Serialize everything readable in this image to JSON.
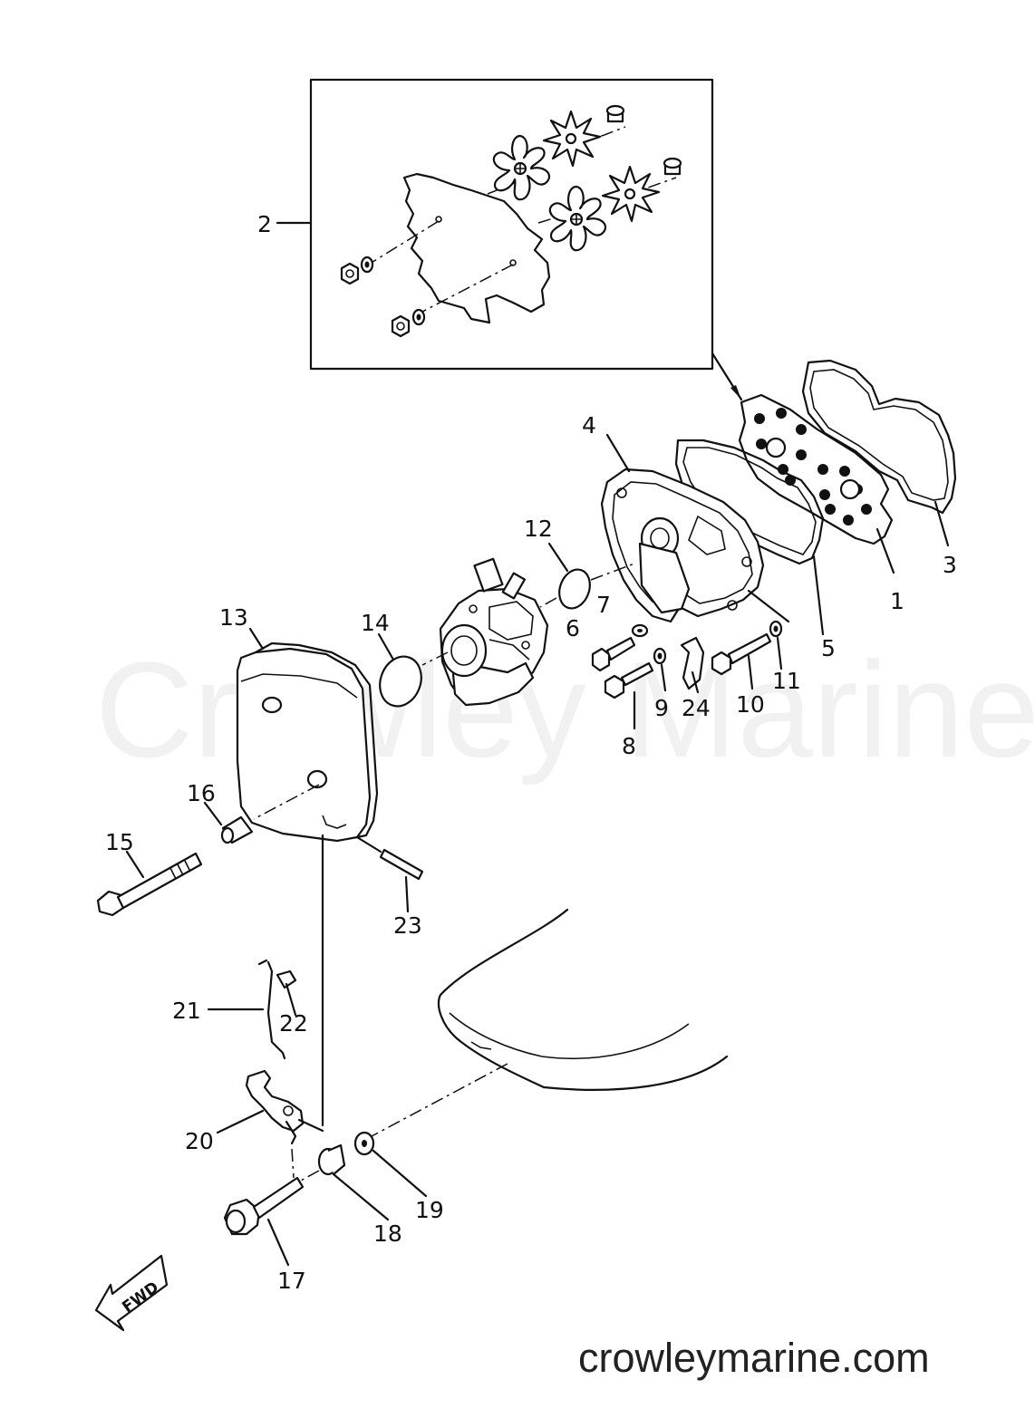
{
  "watermark": "Crowley Marine",
  "website": "crowleymarine.com",
  "direction_label": "FWD",
  "part_labels": {
    "p1": "1",
    "p2": "2",
    "p3": "3",
    "p4": "4",
    "p5": "5",
    "p6": "6",
    "p7": "7",
    "p8": "8",
    "p9": "9",
    "p10": "10",
    "p11": "11",
    "p12": "12",
    "p13": "13",
    "p14": "14",
    "p15": "15",
    "p16": "16",
    "p17": "17",
    "p18": "18",
    "p19": "19",
    "p20": "20",
    "p21": "21",
    "p22": "22",
    "p23": "23",
    "p24": "24"
  }
}
